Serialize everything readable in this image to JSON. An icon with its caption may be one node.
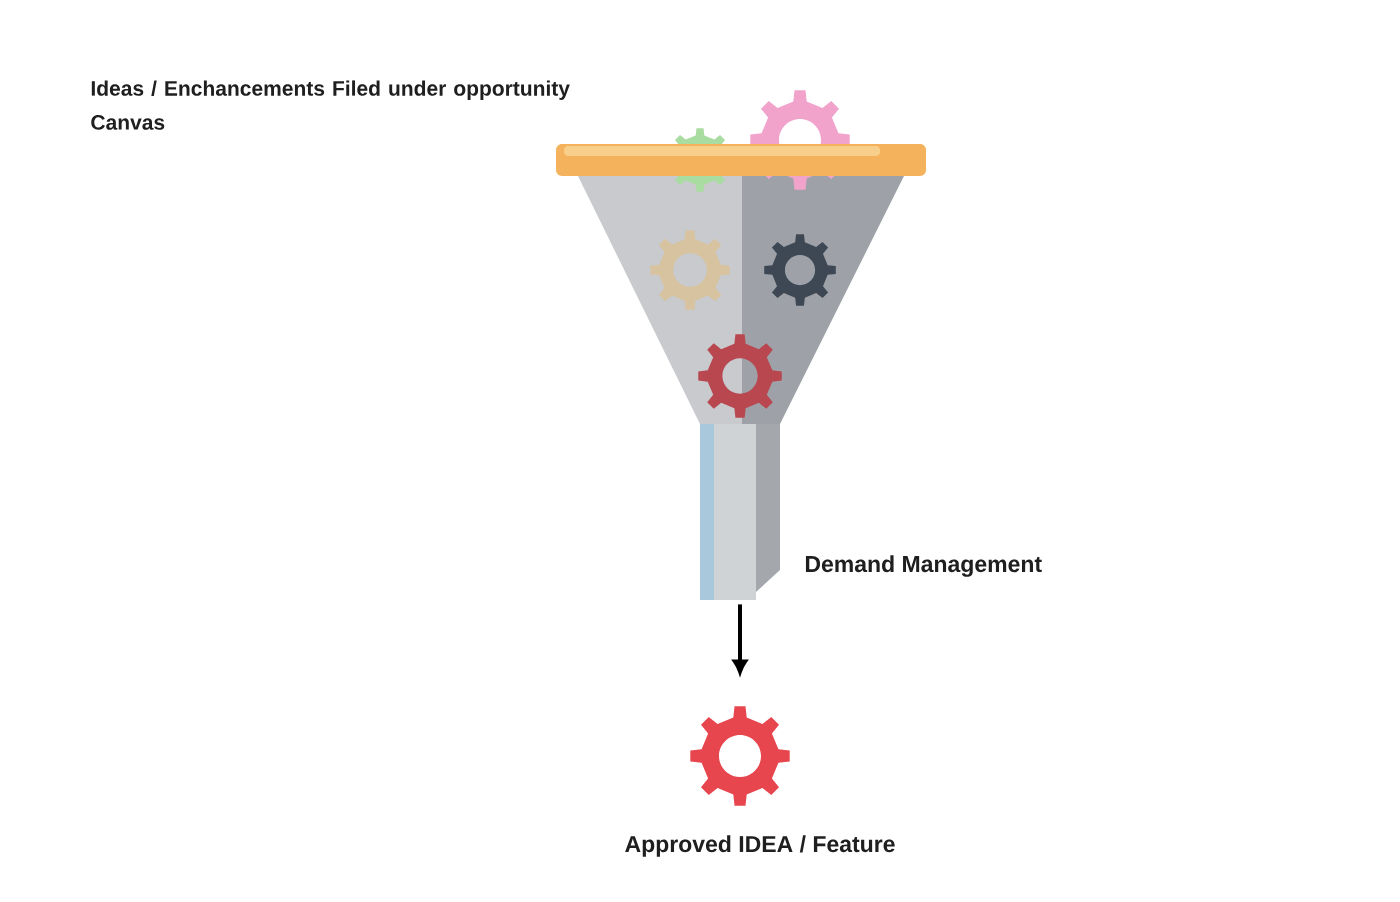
{
  "diagram": {
    "nodes": [
      {
        "text": [],
        "shape": "picture"
      },
      {
        "text": [],
        "shape": "picture",
        "beside": [
          "Approved IDEA / Feature"
        ]
      }
    ],
    "edges": [
      {
        "from": 0,
        "to": 1,
        "arrow": "to"
      }
    ],
    "labels": [
      "Ideas / Enchancements Filed under opportunity Canvas",
      "Demand Management"
    ]
  }
}
